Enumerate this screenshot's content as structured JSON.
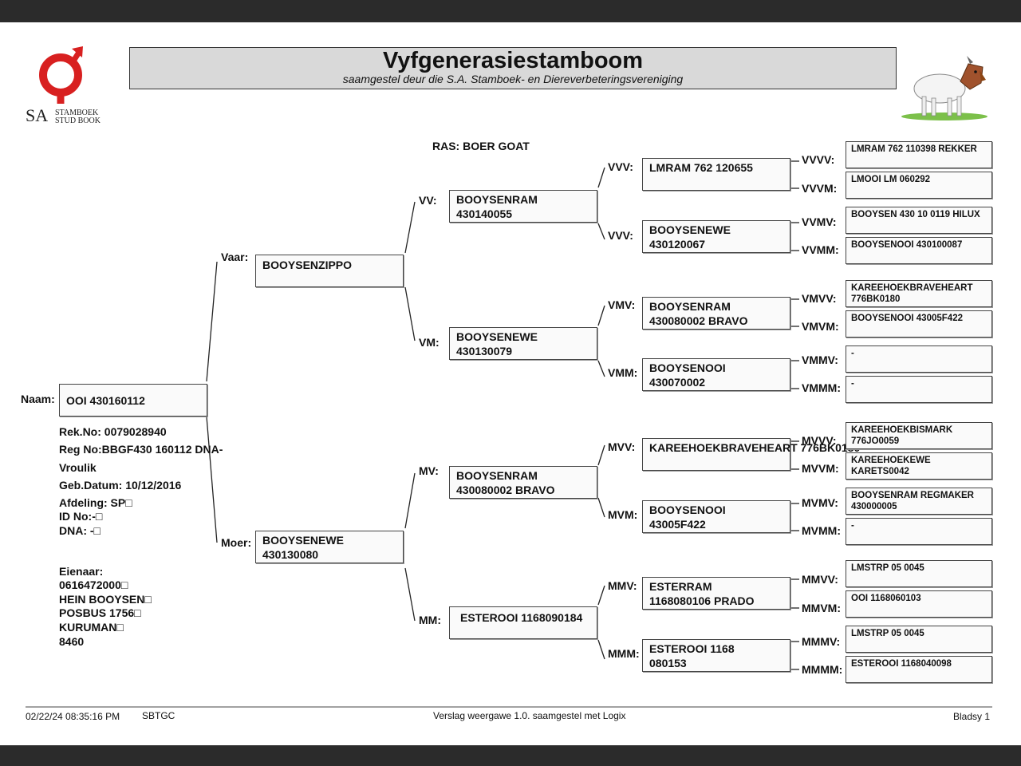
{
  "logo": {
    "text1": "SA",
    "text2": "STAMBOEK",
    "text3": "STUD BOOK"
  },
  "header": {
    "title": "Vyfgenerasiestamboom",
    "subtitle": "saamgestel deur die S.A. Stamboek- en Diereverbeteringsvereniging"
  },
  "breed": "RAS: BOER GOAT",
  "animal": {
    "label": "Naam:",
    "name": "OOI 430160112"
  },
  "details": {
    "rek_no": "Rek.No: 0079028940",
    "reg_no": "Reg No:BBGF430 160112 DNA-",
    "sex": "Vroulik",
    "birth": "Geb.Datum: 10/12/2016",
    "afdeling": "Afdeling: SP□",
    "id_no": "ID No:-□",
    "dna": "DNA: -□"
  },
  "owner": {
    "label": "Eienaar:",
    "phone": "0616472000□",
    "name": "HEIN BOOYSEN□",
    "address": "POSBUS 1756□",
    "town": "KURUMAN□",
    "code": "8460"
  },
  "gen1": {
    "sire": {
      "label": "Vaar:",
      "name": "BOOYSENZIPPO"
    },
    "dam": {
      "label": "Moer:",
      "name": "BOOYSENEWE\n430130080"
    }
  },
  "gen2": {
    "vv": {
      "label": "VV:",
      "name": "BOOYSENRAM\n430140055"
    },
    "vm": {
      "label": "VM:",
      "name": "BOOYSENEWE\n430130079"
    },
    "mv": {
      "label": "MV:",
      "name": "BOOYSENRAM\n430080002 BRAVO"
    },
    "mm": {
      "label": "MM:",
      "name": "ESTEROOI 1168090184"
    }
  },
  "gen3": {
    "vvv": {
      "label": "VVV:",
      "name": "LMRAM 762 120655"
    },
    "vvm": {
      "label": "VVV:",
      "name": "BOOYSENEWE\n430120067"
    },
    "vmv": {
      "label": "VMV:",
      "name": "BOOYSENRAM\n430080002 BRAVO"
    },
    "vmm": {
      "label": "VMM:",
      "name": "BOOYSENOOI\n430070002"
    },
    "mvv": {
      "label": "MVV:",
      "name": "KAREEHOEKBRAVEHEART 776BK0180"
    },
    "mvm": {
      "label": "MVM:",
      "name": "BOOYSENOOI\n43005F422"
    },
    "mmv": {
      "label": "MMV:",
      "name": "ESTERRAM\n1168080106 PRADO"
    },
    "mmm": {
      "label": "MMM:",
      "name": "ESTEROOI 1168\n080153"
    }
  },
  "gen4": {
    "vvvv": {
      "label": "VVVV:",
      "name": "LMRAM 762 110398 REKKER"
    },
    "vvvm": {
      "label": "VVVM:",
      "name": "LMOOI LM 060292"
    },
    "vvmv": {
      "label": "VVMV:",
      "name": "BOOYSEN 430 10 0119 HILUX"
    },
    "vvmm": {
      "label": "VVMM:",
      "name": "BOOYSENOOI 430100087"
    },
    "vmvv": {
      "label": "VMVV:",
      "name": "KAREEHOEKBRAVEHEART\n776BK0180"
    },
    "vmvm": {
      "label": "VMVM:",
      "name": "BOOYSENOOI 43005F422"
    },
    "vmmv": {
      "label": "VMMV:",
      "name": "-"
    },
    "vmmm": {
      "label": "VMMM:",
      "name": "-"
    },
    "mvvv": {
      "label": "MVVV:",
      "name": "KAREEHOEKBISMARK\n776JO0059"
    },
    "mvvm": {
      "label": "MVVM:",
      "name": "KAREEHOEKEWE\nKARETS0042"
    },
    "mvmv": {
      "label": "MVMV:",
      "name": "BOOYSENRAM REGMAKER\n430000005"
    },
    "mvmm": {
      "label": "MVMM:",
      "name": "-"
    },
    "mmvv": {
      "label": "MMVV:",
      "name": "LMSTRP 05 0045"
    },
    "mmvm": {
      "label": "MMVM:",
      "name": "OOI 1168060103"
    },
    "mmmv": {
      "label": "MMMV:",
      "name": "LMSTRP 05 0045"
    },
    "mmmm": {
      "label": "MMMM:",
      "name": "ESTEROOI 1168040098"
    }
  },
  "footer": {
    "datetime": "02/22/24 08:35:16 PM",
    "code": "SBTGC",
    "report": "Verslag weergawe 1.0. saamgestel met Logix",
    "page": "Bladsy 1"
  }
}
